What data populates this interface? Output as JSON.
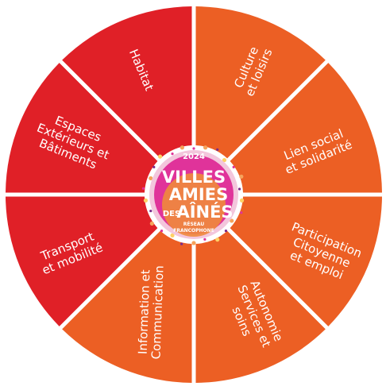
{
  "colors": {
    "red": "#e02027",
    "orange": "#ec5f24",
    "logo_pink": "#e0339a",
    "logo_orange": "#f5a35c"
  },
  "segments": [
    {
      "id": "culture-loisirs",
      "lines": [
        "Culture",
        "et loisirs"
      ],
      "color": "orange"
    },
    {
      "id": "lien-social",
      "lines": [
        "Lien social",
        "et solidarité"
      ],
      "color": "orange"
    },
    {
      "id": "participation",
      "lines": [
        "Participation",
        "Citoyenne",
        "et emploi"
      ],
      "color": "orange"
    },
    {
      "id": "autonomie",
      "lines": [
        "Autonomie",
        "Services et",
        "soins"
      ],
      "color": "orange"
    },
    {
      "id": "information",
      "lines": [
        "Information et",
        "Communication"
      ],
      "color": "orange"
    },
    {
      "id": "transport",
      "lines": [
        "Transport",
        "et mobilité"
      ],
      "color": "red"
    },
    {
      "id": "espaces",
      "lines": [
        "Espaces",
        "Extérieurs et",
        "Bâtiments"
      ],
      "color": "red"
    },
    {
      "id": "habitat",
      "lines": [
        "Habitat"
      ],
      "color": "red"
    }
  ],
  "logo": {
    "year": "2024",
    "line1": "VILLES",
    "line2": "AMIES",
    "line3_small": "DES",
    "line3": "AÎNÉS",
    "tag1": "RÉSEAU",
    "tag2": "FRANCOPHONE"
  }
}
